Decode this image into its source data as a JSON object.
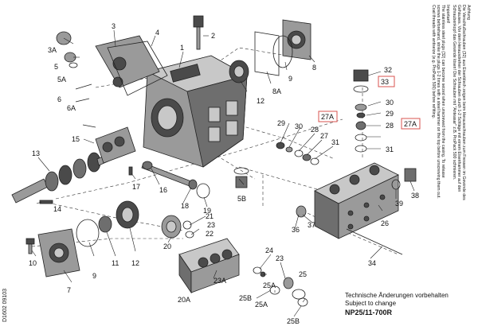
{
  "drawing_code": "D1602 09103",
  "footer": {
    "line1": "Technische Änderungen vorbehalten",
    "line2": "Subject to change",
    "model": "NP25/11-700R"
  },
  "side_note": {
    "de_heading": "Achtung",
    "de_lines": [
      "Die Verschlußschrauben (32) aus Eisenblech zeigen beim Herausschrauben zum Fressen im Gewinde des",
      "Gehäuses. Vor dem Herausdrehen der Schrauben durch 1-2 Schläge mit einem Eisenhammer auf den",
      "Schraubenkopf das Gewinde lösen! Die Schrauben mit \"Anteasar\" z.B. ProPack 500 schmieren."
    ],
    "en_heading": "Important!",
    "en_lines": [
      "The stainless steel plugs (32) can become seized when unscrewed from the casing. To release",
      "screws beforehand, strike the plugs 1-2 times with a steel hammer on the top before unscrewing them out.",
      "Coat threads with antiseize (e.g. ProPack 500) before refitting."
    ]
  },
  "labels": {
    "l1": "1",
    "l2": "2",
    "l3": "3",
    "l3a": "3A",
    "l4": "4",
    "l5": "5",
    "l5a": "5A",
    "l6": "6",
    "l6a": "6A",
    "l7": "7",
    "l8": "8",
    "l8a": "8A",
    "l9": "9",
    "l9b": "9",
    "l10": "10",
    "l11": "11",
    "l12": "12",
    "l12b": "12",
    "l13": "13",
    "l14": "14",
    "l15": "15",
    "l16": "16",
    "l17": "17",
    "l18": "18",
    "l19": "19",
    "l20": "20",
    "l20a": "20A",
    "l21": "21",
    "l22": "22",
    "l23": "23",
    "l23b": "23",
    "l23a": "23A",
    "l24": "24",
    "l25": "25",
    "l25a": "25A",
    "l25a2": "25A",
    "l25b": "25B",
    "l25b2": "25B",
    "l26": "26",
    "l27": "27",
    "l28": "28",
    "l28b": "28",
    "l29": "29",
    "l29b": "29",
    "l30": "30",
    "l31": "31",
    "l31b": "31",
    "l32": "32",
    "l34": "34",
    "l36": "36",
    "l37": "37",
    "l38": "38",
    "l39": "39",
    "l5b": "5B"
  },
  "boxed_labels": {
    "b33": "33",
    "b27a_left": "27A",
    "b27a_right": "27A"
  },
  "colors": {
    "highlight_box": "#d9534f",
    "part_fill": "#9a9a9a",
    "part_dark": "#4a4a4a",
    "part_light": "#c8c8c8",
    "line": "#222222"
  }
}
